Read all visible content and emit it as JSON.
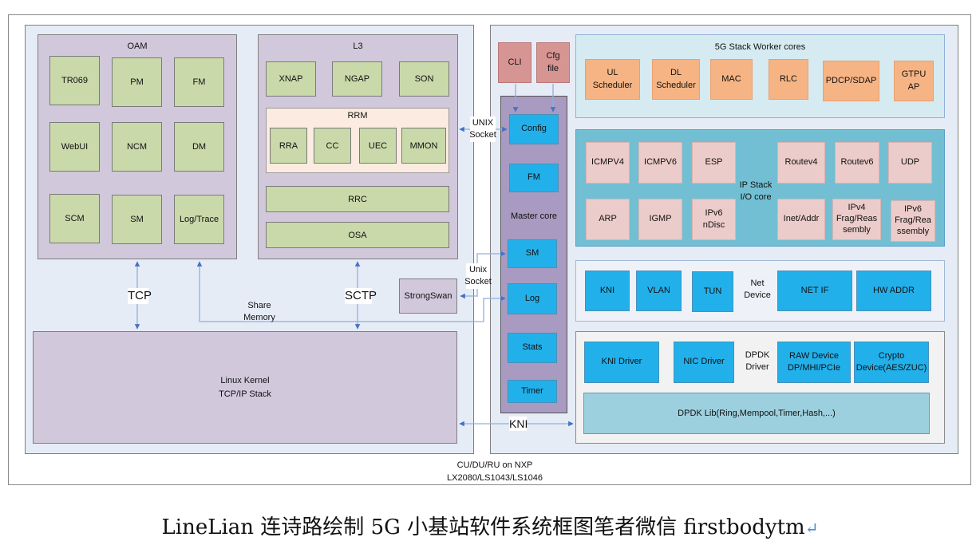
{
  "colors": {
    "panel_bg": "#e6ecf6",
    "module_purple": "#d2c8dc",
    "module_green": "#c9d9aa",
    "rrm_peach": "#fcebe0",
    "cli_red": "#d69593",
    "master_core": "#a89ac0",
    "component_blue": "#22b0ea",
    "worker_orange": "#f6b484",
    "ip_pink": "#ecccca",
    "ipstack_teal": "#72bfd3",
    "dpdk_lib": "#9dd0de",
    "arrow_blue": "#4472c4"
  },
  "left_panel": {
    "oam": {
      "title": "OAM",
      "items": [
        "TR069",
        "PM",
        "FM",
        "WebUI",
        "NCM",
        "DM",
        "SCM",
        "SM",
        "Log/Trace"
      ]
    },
    "l3": {
      "title": "L3",
      "top_items": [
        "XNAP",
        "NGAP",
        "SON"
      ],
      "rrm": {
        "title": "RRM",
        "items": [
          "RRA",
          "CC",
          "UEC",
          "MMON"
        ]
      },
      "rrc": "RRC",
      "osa": "OSA"
    },
    "strongswan": "StrongSwan",
    "linux_kernel": {
      "line1": "Linux Kernel",
      "line2": "TCP/IP Stack"
    },
    "links": {
      "tcp": "TCP",
      "sctp": "SCTP",
      "share_memory_1": "Share",
      "share_memory_2": "Memory"
    }
  },
  "connectors": {
    "unix_socket_top_1": "UNIX",
    "unix_socket_top_2": "Socket",
    "unix_socket_mid_1": "Unix",
    "unix_socket_mid_2": "Socket",
    "kni": "KNI"
  },
  "right_panel": {
    "cli": "CLI",
    "cfg_file_1": "Cfg",
    "cfg_file_2": "file",
    "master_core": {
      "title": "Master core",
      "items": [
        "Config",
        "FM",
        "SM",
        "Log",
        "Stats",
        "Timer"
      ]
    },
    "worker_cores": {
      "title": "5G Stack Worker cores",
      "items": [
        {
          "l1": "UL",
          "l2": "Scheduler"
        },
        {
          "l1": "DL",
          "l2": "Scheduler"
        },
        {
          "l1": "MAC",
          "l2": ""
        },
        {
          "l1": "RLC",
          "l2": ""
        },
        {
          "l1": "PDCP/SDAP",
          "l2": ""
        },
        {
          "l1": "GTPU",
          "l2": "AP"
        }
      ]
    },
    "ip_stack": {
      "title_1": "IP Stack",
      "title_2": "I/O core",
      "items": [
        {
          "l1": "ICMPV4",
          "l2": "",
          "l3": ""
        },
        {
          "l1": "ICMPV6",
          "l2": "",
          "l3": ""
        },
        {
          "l1": "ESP",
          "l2": "",
          "l3": ""
        },
        {
          "l1": "Routev4",
          "l2": "",
          "l3": ""
        },
        {
          "l1": "Routev6",
          "l2": "",
          "l3": ""
        },
        {
          "l1": "UDP",
          "l2": "",
          "l3": ""
        },
        {
          "l1": "ARP",
          "l2": "",
          "l3": ""
        },
        {
          "l1": "IGMP",
          "l2": "",
          "l3": ""
        },
        {
          "l1": "IPv6",
          "l2": "nDisc",
          "l3": ""
        },
        {
          "l1": "Inet/Addr",
          "l2": "",
          "l3": ""
        },
        {
          "l1": "IPv4",
          "l2": "Frag/Reas",
          "l3": "sembly"
        },
        {
          "l1": "IPv6",
          "l2": "Frag/Rea",
          "l3": "ssembly"
        }
      ]
    },
    "net_device": {
      "title_1": "Net",
      "title_2": "Device",
      "items": [
        "KNI",
        "VLAN",
        "TUN",
        "NET IF",
        "HW ADDR"
      ]
    },
    "dpdk_driver": {
      "title_1": "DPDK",
      "title_2": "Driver",
      "items": [
        {
          "l1": "KNI Driver",
          "l2": ""
        },
        {
          "l1": "NIC Driver",
          "l2": ""
        },
        {
          "l1": "RAW Device",
          "l2": "DP/MHI/PCIe"
        },
        {
          "l1": "Crypto",
          "l2": "Device(AES/ZUC)"
        }
      ],
      "lib": "DPDK Lib(Ring,Mempool,Timer,Hash,...)"
    }
  },
  "footer": {
    "line1": "CU/DU/RU on NXP",
    "line2": "LX2080/LS1043/LS1046"
  },
  "caption": {
    "text": "LineLian 连诗路绘制 5G 小基站软件系统框图笔者微信 firstbodytm",
    "return_mark": "↵"
  }
}
